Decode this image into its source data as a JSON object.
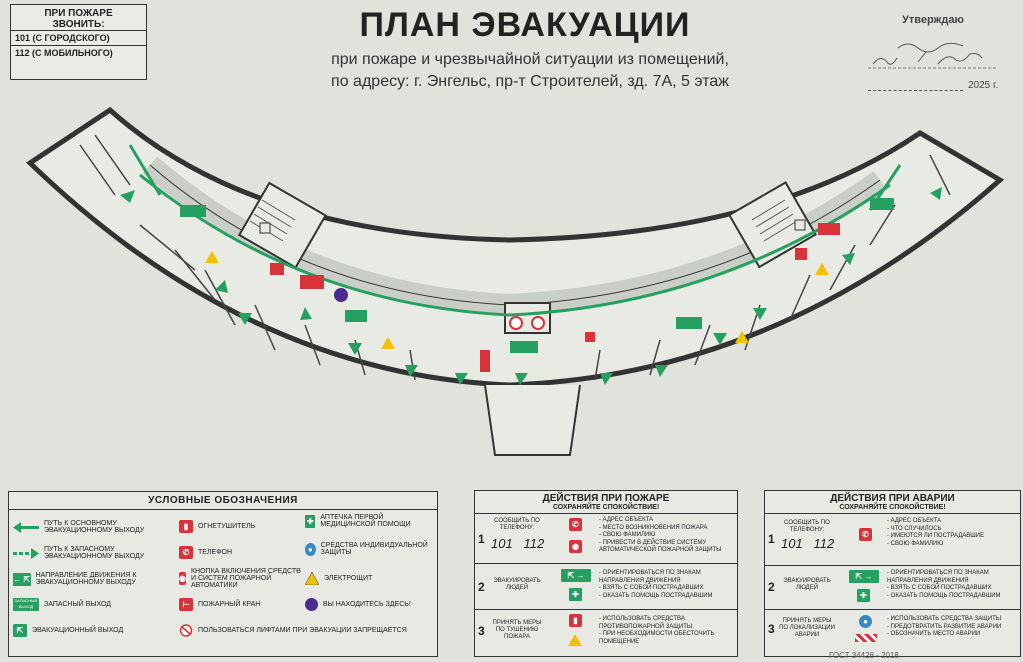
{
  "phone_box": {
    "title": "ПРИ ПОЖАРЕ\nЗВОНИТЬ:",
    "line1": "101 (С ГОРОДСКОГО)",
    "line2": "112 (С МОБИЛЬНОГО)"
  },
  "title": "ПЛАН ЭВАКУАЦИИ",
  "subtitle_line1": "при пожаре и чрезвычайной ситуации из помещений,",
  "subtitle_line2": "по адресу: г. Энгельс, пр-т Строителей, зд. 7А, 5 этаж",
  "approve": {
    "label": "Утверждаю",
    "year": "2025 г."
  },
  "legend": {
    "title": "УСЛОВНЫЕ ОБОЗНАЧЕНИЯ",
    "items_left": [
      "ПУТЬ К ОСНОВНОМУ ЭВАКУАЦИОННОМУ ВЫХОДУ",
      "ПУТЬ К ЗАПАСНОМУ ЭВАКУАЦИОННОМУ ВЫХОДУ",
      "НАПРАВЛЕНИЕ ДВИЖЕНИЯ К ЭВАКУАЦИОННОМУ ВЫХОДУ",
      "ЗАПАСНЫЙ ВЫХОД",
      "ЭВАКУАЦИОННЫЙ ВЫХОД"
    ],
    "items_mid": [
      "ОГНЕТУШИТЕЛЬ",
      "ТЕЛЕФОН",
      "КНОПКА ВКЛЮЧЕНИЯ СРЕДСТВ И СИСТЕМ ПОЖАРНОЙ АВТОМАТИКИ",
      "ПОЖАРНЫЙ КРАН",
      "ПОЛЬЗОВАТЬСЯ ЛИФТАМИ ПРИ ЭВАКУАЦИИ ЗАПРЕЩАЕТСЯ"
    ],
    "items_right": [
      "АПТЕЧКА ПЕРВОЙ МЕДИЦИНСКОЙ ПОМОЩИ",
      "СРЕДСТВА ИНДИВИДУАЛЬНОЙ ЗАЩИТЫ",
      "ЭЛЕКТРОЩИТ",
      "ВЫ НАХОДИТЕСЬ ЗДЕСЬ!"
    ],
    "reserve_sign_text": "ЗАПАСНЫЙ ВЫХОД"
  },
  "fire": {
    "title": "ДЕЙСТВИЯ ПРИ ПОЖАРЕ",
    "subtitle": "СОХРАНЯЙТЕ СПОКОЙСТВИЕ!",
    "rows": [
      {
        "num": "1",
        "label": "СООБЩИТЬ ПО ТЕЛЕФОНУ:",
        "phones": "101",
        "phones2": "112",
        "list": [
          "- АДРЕС ОБЪЕКТА",
          "- МЕСТО ВОЗНИКНОВЕНИЯ ПОЖАРА",
          "- СВОЮ ФАМИЛИЮ",
          "- ПРИВЕСТИ В ДЕЙСТВИЕ СИСТЕМУ АВТОМАТИЧЕСКОЙ ПОЖАРНОЙ ЗАЩИТЫ"
        ]
      },
      {
        "num": "2",
        "label": "ЭВАКУИРОВАТЬ ЛЮДЕЙ",
        "list": [
          "- ОРИЕНТИРОВАТЬСЯ ПО ЗНАКАМ НАПРАВЛЕНИЯ ДВИЖЕНИЯ",
          "- ВЗЯТЬ С СОБОЙ ПОСТРАДАВШИХ",
          "- ОКАЗАТЬ ПОМОЩЬ ПОСТРАДАВШИМ"
        ]
      },
      {
        "num": "3",
        "label": "ПРИНЯТЬ МЕРЫ ПО ТУШЕНИЮ ПОЖАРА",
        "list": [
          "- ИСПОЛЬЗОВАТЬ СРЕДСТВА ПРОТИВОПОЖАРНОЙ ЗАЩИТЫ",
          "- ПРИ НЕОБХОДИМОСТИ ОБЕСТОЧИТЬ ПОМЕЩЕНИЕ"
        ]
      }
    ]
  },
  "accident": {
    "title": "ДЕЙСТВИЯ ПРИ АВАРИИ",
    "subtitle": "СОХРАНЯЙТЕ СПОКОЙСТВИЕ!",
    "rows": [
      {
        "num": "1",
        "label": "СООБЩИТЬ ПО ТЕЛЕФОНУ:",
        "phones": "101",
        "phones2": "112",
        "list": [
          "- АДРЕС ОБЪЕКТА",
          "- ЧТО СЛУЧИЛОСЬ",
          "- ИМЕЮТСЯ ЛИ ПОСТРАДАВШИЕ",
          "- СВОЮ ФАМИЛИЮ"
        ]
      },
      {
        "num": "2",
        "label": "ЭВАКУИРОВАТЬ ЛЮДЕЙ",
        "list": [
          "- ОРИЕНТИРОВАТЬСЯ ПО ЗНАКАМ НАПРАВЛЕНИЯ ДВИЖЕНИЯ",
          "- ВЗЯТЬ С СОБОЙ ПОСТРАДАВШИХ",
          "- ОКАЗАТЬ ПОМОЩЬ ПОСТРАДАВШИМ"
        ]
      },
      {
        "num": "3",
        "label": "ПРИНЯТЬ МЕРЫ ПО ЛОКАЛИЗАЦИИ АВАРИИ",
        "list": [
          "- ИСПОЛЬЗОВАТЬ СРЕДСТВА ЗАЩИТЫ",
          "- ПРЕДОТВРАТИТЬ РАЗВИТИЕ АВАРИИ",
          "- ОБОЗНАЧИТЬ МЕСТО АВАРИИ"
        ]
      }
    ]
  },
  "gost": "ГОСТ 34428 - 2018",
  "colors": {
    "green": "#25a060",
    "red": "#d8333b",
    "wall": "#333333",
    "bg": "#dfe3dc"
  }
}
